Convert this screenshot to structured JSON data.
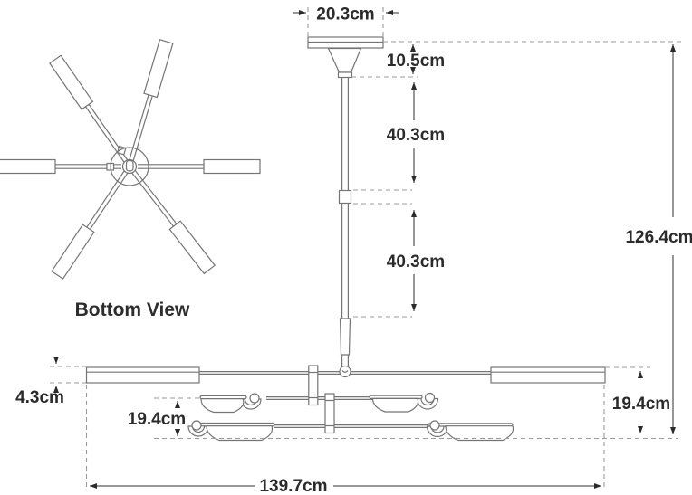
{
  "drawing": {
    "bottom_view_label": "Bottom View",
    "dimensions": {
      "canopy_width": "20.3cm",
      "canopy_drop": "10.5cm",
      "upper_stem": "40.3cm",
      "lower_stem": "40.3cm",
      "overall_height": "126.4cm",
      "arm_thickness": "4.3cm",
      "tier_drop_left": "19.4cm",
      "tier_drop_right": "19.4cm",
      "overall_width": "139.7cm"
    },
    "colors": {
      "outline": "#757575",
      "dimension_line": "#2f2f2f",
      "dashed_line": "#9b9b9b",
      "text": "#2b2b2b",
      "background": "#ffffff"
    }
  }
}
